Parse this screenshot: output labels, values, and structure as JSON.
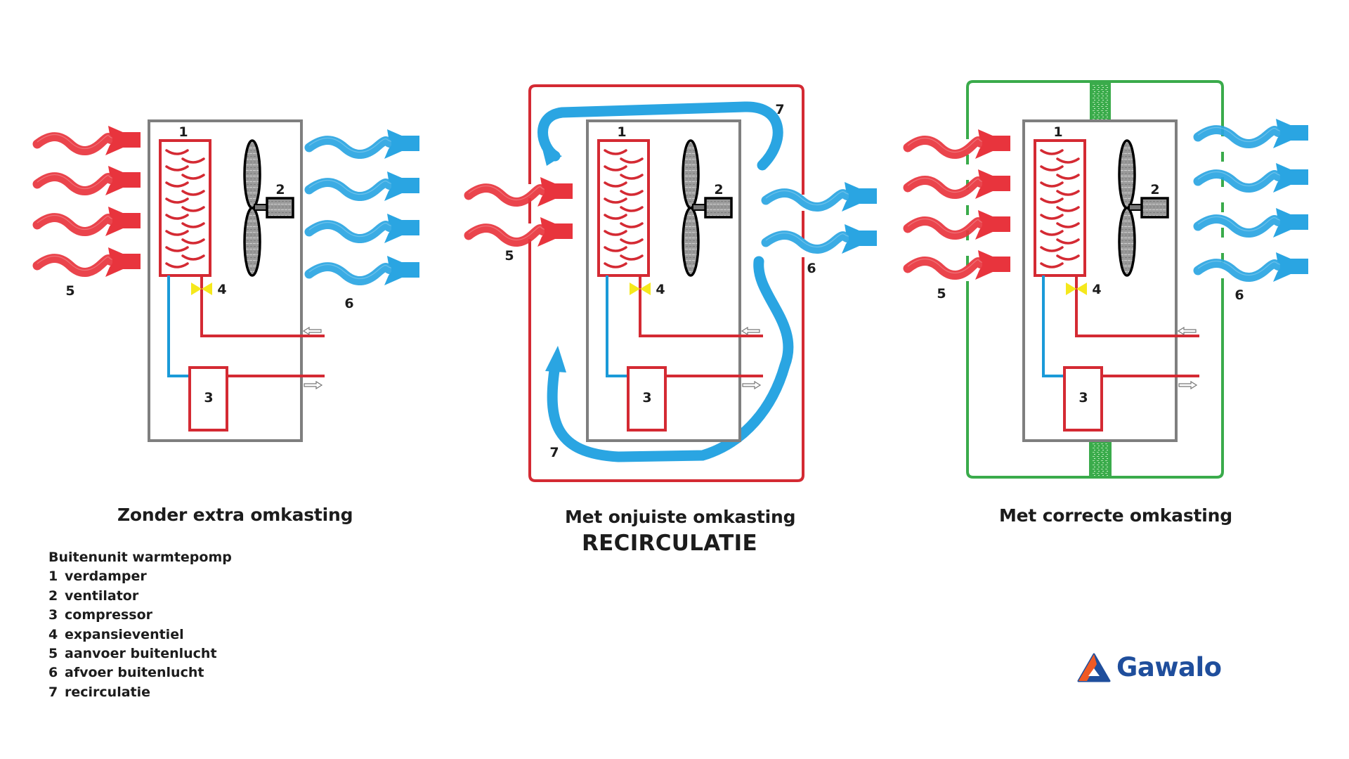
{
  "colors": {
    "hot_air": "#e8343d",
    "cold_air": "#2aa5e2",
    "pipe_hot": "#d42a33",
    "pipe_cold": "#1a9ad8",
    "casing": "#7f7f7f",
    "valve": "#f5e81c",
    "fan": "#9a9a9a",
    "wrong_enclosure": "#d42a33",
    "correct_enclosure": "#3aab4b",
    "logo_blue": "#1f4e9c",
    "logo_orange": "#ef5a24"
  },
  "diagrams": [
    {
      "id": "without",
      "caption": "Zonder extra omkasting",
      "enclosure": "none",
      "labels": {
        "evaporator": "1",
        "fan": "2",
        "compressor": "3",
        "valve": "4",
        "intake": "5",
        "exhaust": "6"
      },
      "intake_arrows": 4,
      "exhaust_arrows": 4
    },
    {
      "id": "wrong",
      "caption": "Met onjuiste omkasting",
      "subcaption": "RECIRCULATIE",
      "enclosure": "incorrect",
      "labels": {
        "evaporator": "1",
        "fan": "2",
        "compressor": "3",
        "valve": "4",
        "intake": "5",
        "exhaust": "6",
        "recirc_top": "7",
        "recirc_bottom": "7"
      },
      "intake_arrows": 2,
      "exhaust_arrows": 2
    },
    {
      "id": "correct",
      "caption": "Met correcte omkasting",
      "enclosure": "correct",
      "labels": {
        "evaporator": "1",
        "fan": "2",
        "compressor": "3",
        "valve": "4",
        "intake": "5",
        "exhaust": "6"
      },
      "intake_arrows": 4,
      "exhaust_arrows": 4
    }
  ],
  "legend": {
    "title": "Buitenunit warmtepomp",
    "items": [
      {
        "num": "1",
        "label": "verdamper"
      },
      {
        "num": "2",
        "label": "ventilator"
      },
      {
        "num": "3",
        "label": "compressor"
      },
      {
        "num": "4",
        "label": "expansieventiel"
      },
      {
        "num": "5",
        "label": "aanvoer buitenlucht"
      },
      {
        "num": "6",
        "label": "afvoer buitenlucht"
      },
      {
        "num": "7",
        "label": "recirculatie"
      }
    ]
  },
  "logo": {
    "text": "Gawalo",
    "icon": "triangle-logo-icon"
  }
}
